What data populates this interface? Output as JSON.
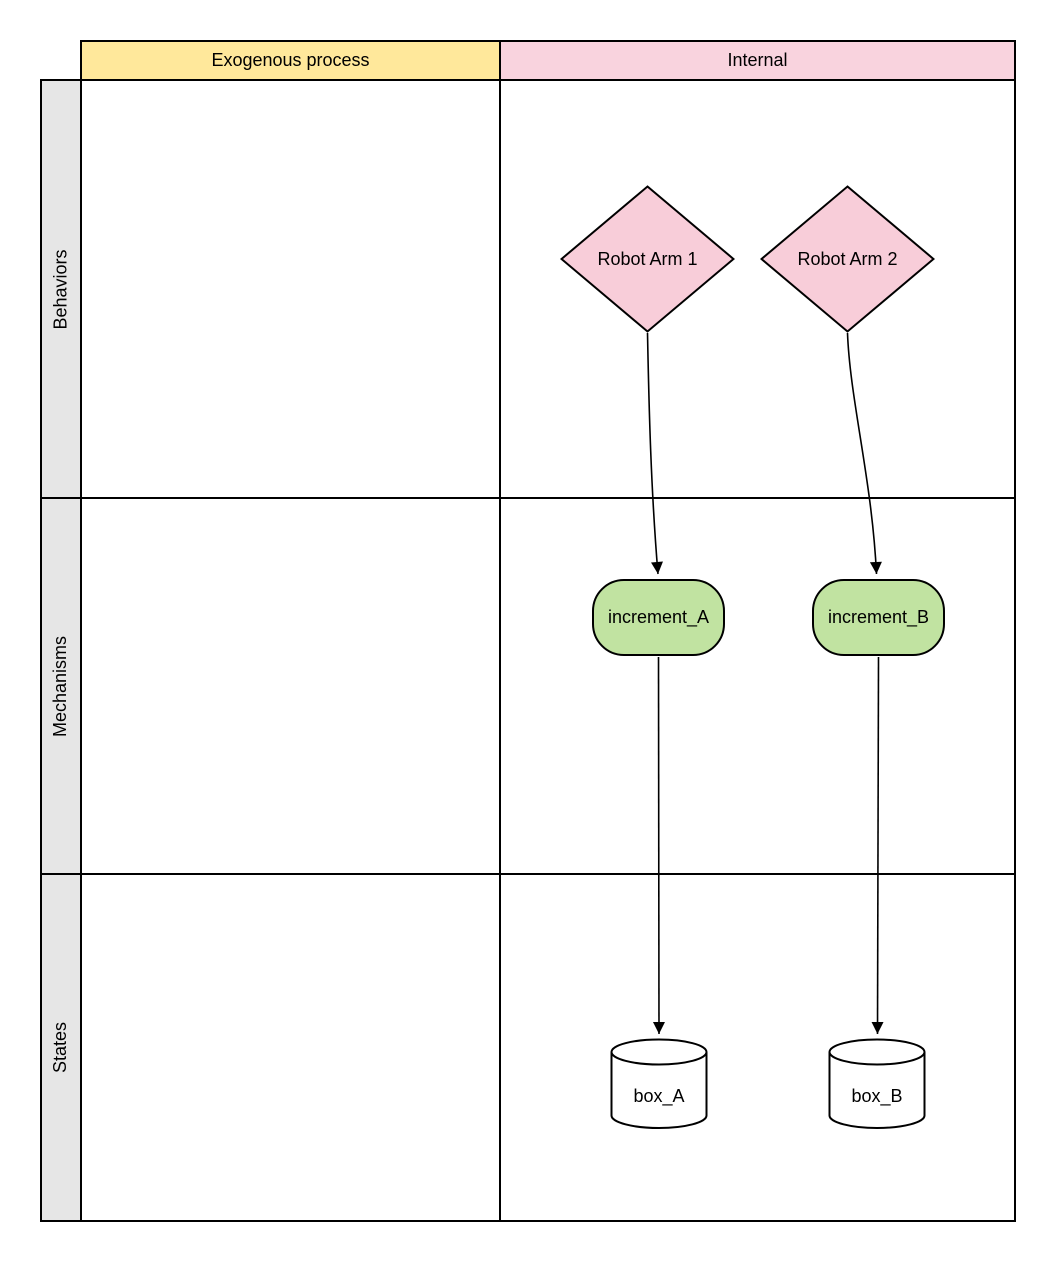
{
  "theme": {
    "yellow": "#FFE89B",
    "pink-header": "#F9D3DE",
    "pink-node": "#F8CDD9",
    "green-node": "#C1E3A1",
    "gray-label": "#E6E6E6",
    "stroke": "#000000",
    "canvas": "#FFFFFF"
  },
  "grid": {
    "column_headers": [
      {
        "id": "exogenous",
        "label": "Exogenous process"
      },
      {
        "id": "internal",
        "label": "Internal"
      }
    ],
    "row_headers": [
      {
        "id": "behaviors",
        "label": "Behaviors"
      },
      {
        "id": "mechanisms",
        "label": "Mechanisms"
      },
      {
        "id": "states",
        "label": "States"
      }
    ]
  },
  "nodes": {
    "behaviors": [
      {
        "id": "robot-arm-1",
        "label": "Robot Arm 1",
        "shape": "diamond",
        "lane": "Internal"
      },
      {
        "id": "robot-arm-2",
        "label": "Robot Arm 2",
        "shape": "diamond",
        "lane": "Internal"
      }
    ],
    "mechanisms": [
      {
        "id": "increment-a",
        "label": "increment_A",
        "shape": "rounded-rectangle",
        "lane": "Internal"
      },
      {
        "id": "increment-b",
        "label": "increment_B",
        "shape": "rounded-rectangle",
        "lane": "Internal"
      }
    ],
    "states": [
      {
        "id": "box-a",
        "label": "box_A",
        "shape": "cylinder",
        "lane": "Internal"
      },
      {
        "id": "box-b",
        "label": "box_B",
        "shape": "cylinder",
        "lane": "Internal"
      }
    ]
  },
  "edges": [
    {
      "from": "robot-arm-1",
      "to": "increment-a"
    },
    {
      "from": "robot-arm-2",
      "to": "increment-b"
    },
    {
      "from": "increment-a",
      "to": "box-a"
    },
    {
      "from": "increment-b",
      "to": "box-b"
    }
  ]
}
